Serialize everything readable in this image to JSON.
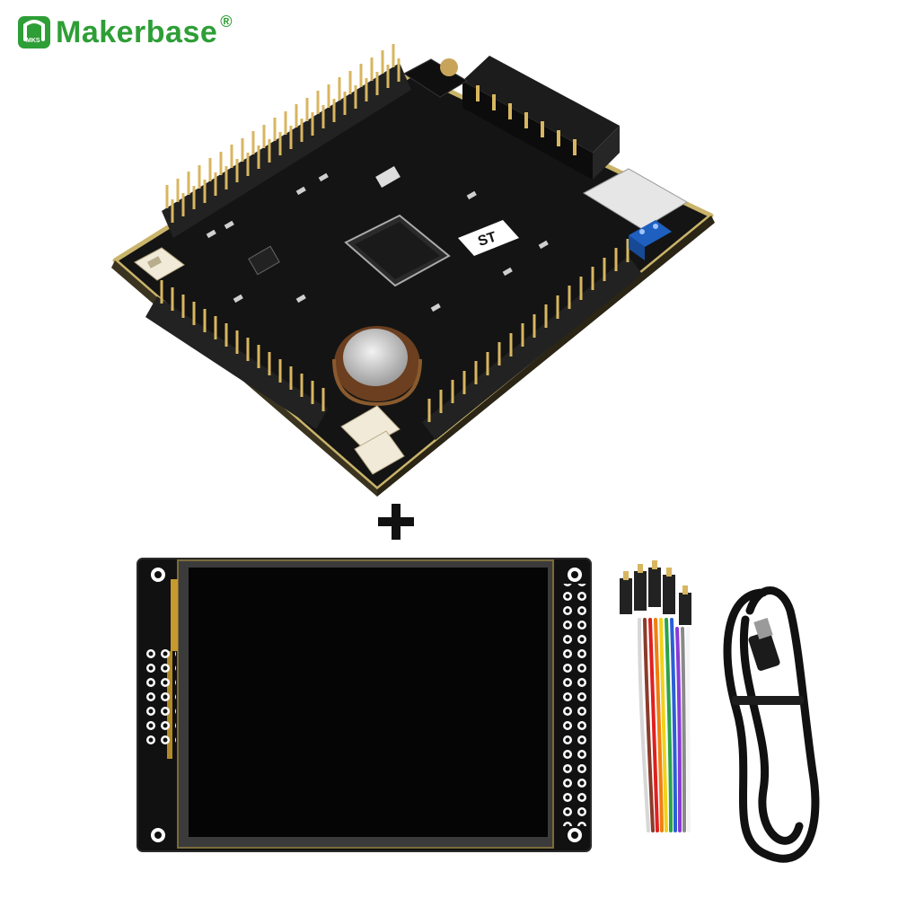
{
  "brand": {
    "name": "Makerbase",
    "registered": "®",
    "mark_caption": "MKS",
    "color": "#2e9e36"
  },
  "products": [
    {
      "name": "STM32 development board",
      "icon": "pcb-board"
    },
    {
      "name": "TFT touch display module",
      "icon": "lcd-screen"
    },
    {
      "name": "Dupont jumper wires",
      "icon": "jumper-wires"
    },
    {
      "name": "USB cable",
      "icon": "usb-cable"
    }
  ],
  "plus_sign": "+",
  "chip_logo_text": "ST",
  "colors": {
    "pcb": "#141414",
    "pcb_edge": "#c9b46a",
    "header_gold": "#d8b660",
    "screen": "#050505",
    "cable": "#111111",
    "terminal_blue": "#1f5fbf"
  }
}
